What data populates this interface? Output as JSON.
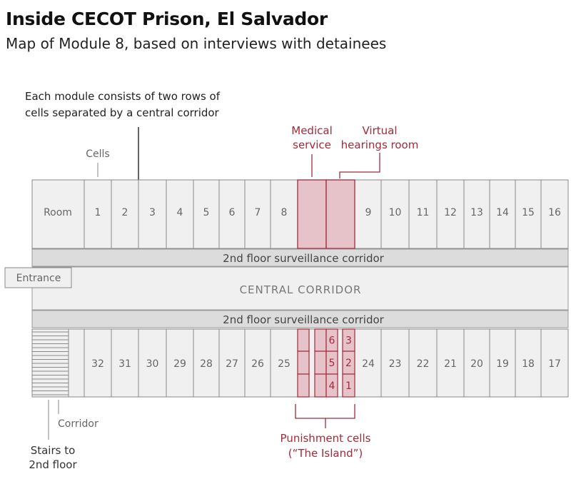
{
  "title": "Inside CECOT Prison, El Salvador",
  "subtitle": "Map of Module 8, based on interviews with detainees",
  "annotations": {
    "module_note_line1": "Each module consists of two rows of",
    "module_note_line2": "cells separated by a central corridor",
    "cells": "Cells",
    "medical_line1": "Medical",
    "medical_line2": "service",
    "virtual_line1": "Virtual",
    "virtual_line2": "hearings room",
    "corridor": "Corridor",
    "stairs_line1": "Stairs to",
    "stairs_line2": "2nd floor",
    "punishment_line1": "Punishment cells",
    "punishment_line2": "(“The Island”)"
  },
  "labels": {
    "room": "Room",
    "entrance": "Entrance",
    "central_corridor": "CENTRAL CORRIDOR",
    "surveillance_top": "2nd floor surveillance corridor",
    "surveillance_bottom": "2nd floor surveillance corridor"
  },
  "top_cells_left": [
    "1",
    "2",
    "3",
    "4",
    "5",
    "6",
    "7",
    "8"
  ],
  "top_cells_right": [
    "9",
    "10",
    "11",
    "12",
    "13",
    "14",
    "15",
    "16"
  ],
  "bottom_cells_left": [
    "32",
    "31",
    "30",
    "29",
    "28",
    "27",
    "26",
    "25"
  ],
  "bottom_cells_right": [
    "24",
    "23",
    "22",
    "21",
    "20",
    "19",
    "18",
    "17"
  ],
  "punishment_numbers_col_a": [
    "6",
    "5",
    "4"
  ],
  "punishment_numbers_col_b": [
    "3",
    "2",
    "1"
  ],
  "colors": {
    "fill": "#f1f0f1",
    "stroke": "#8a8a8a",
    "corridor_band": "#dcdcdc",
    "accent": "#a32a3a",
    "accent_fill": "#e6c3c8",
    "text": "#222222",
    "muted_text": "#666666"
  }
}
